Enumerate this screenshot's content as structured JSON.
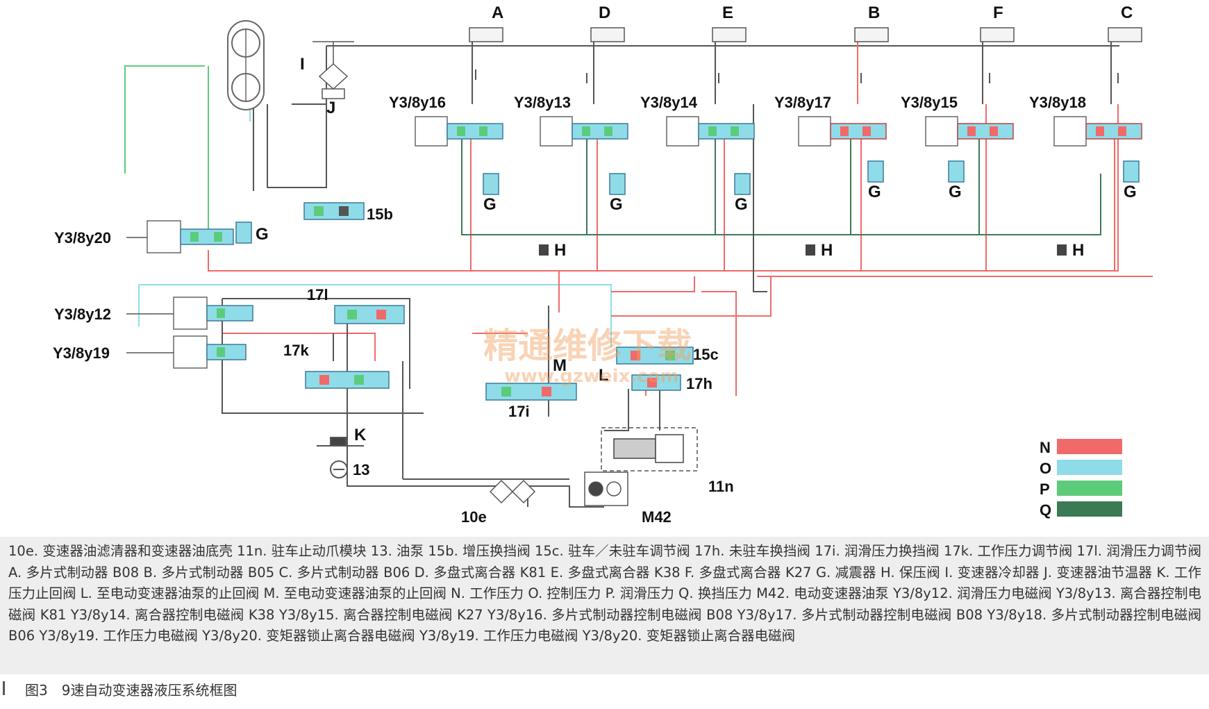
{
  "diagram": {
    "top_labels": [
      "A",
      "D",
      "E",
      "B",
      "F",
      "C"
    ],
    "valves_top": [
      "Y3/8y16",
      "Y3/8y13",
      "Y3/8y14",
      "Y3/8y17",
      "Y3/8y15",
      "Y3/8y18"
    ],
    "valves_left": [
      "Y3/8y20",
      "Y3/8y12",
      "Y3/8y19"
    ],
    "g_label": "G",
    "h_label": "H",
    "component_labels": {
      "l11": "I",
      "j": "J",
      "k": "K",
      "m": "M",
      "l": "L",
      "v15b": "15b",
      "v15c": "15c",
      "v17l": "17l",
      "v17k": "17k",
      "v17h": "17h",
      "v17i": "17i",
      "pump13": "13",
      "filter10e": "10e",
      "park11n": "11n",
      "pumpM42": "M42"
    },
    "watermark": {
      "line1": "精通维修下载",
      "line2": "www.gzweix.com"
    }
  },
  "legend": {
    "items": [
      {
        "label": "N",
        "color": "#f06a6a"
      },
      {
        "label": "O",
        "color": "#8fdce8"
      },
      {
        "label": "P",
        "color": "#5ccc7a"
      },
      {
        "label": "Q",
        "color": "#3a7a55"
      }
    ]
  },
  "caption": {
    "text": "10e. 变速器油滤清器和变速器油底壳 11n. 驻车止动爪模块 13. 油泵 15b. 增压换挡阀 15c. 驻车／未驻车调节阀 17h. 未驻车换挡阀 17i. 润滑压力换挡阀 17k. 工作压力调节阀 17l. 润滑压力调节阀 A. 多片式制动器 B08 B. 多片式制动器 B05 C. 多片式制动器 B06 D. 多盘式离合器 K81 E. 多盘式离合器 K38 F. 多盘式离合器 K27 G. 减震器 H. 保压阀 I. 变速器冷却器 J. 变速器油节温器 K. 工作压力止回阀 L. 至电动变速器油泵的止回阀 M. 至电动变速器油泵的止回阀 N. 工作压力 O. 控制压力 P. 润滑压力 Q. 换挡压力 M42. 电动变速器油泵 Y3/8y12. 润滑压力电磁阀 Y3/8y13. 离合器控制电磁阀 K81 Y3/8y14. 离合器控制电磁阀 K38 Y3/8y15. 离合器控制电磁阀 K27 Y3/8y16. 多片式制动器控制电磁阀 B08 Y3/8y17. 多片式制动器控制电磁阀 B08 Y3/8y18. 多片式制动器控制电磁阀 B06 Y3/8y19. 工作压力电磁阀 Y3/8y20. 变矩器锁止离合器电磁阀 Y3/8y19. 工作压力电磁阀 Y3/8y20. 变矩器锁止离合器电磁阀"
  },
  "figure_title": "图3　9速自动变速器液压系统框图"
}
